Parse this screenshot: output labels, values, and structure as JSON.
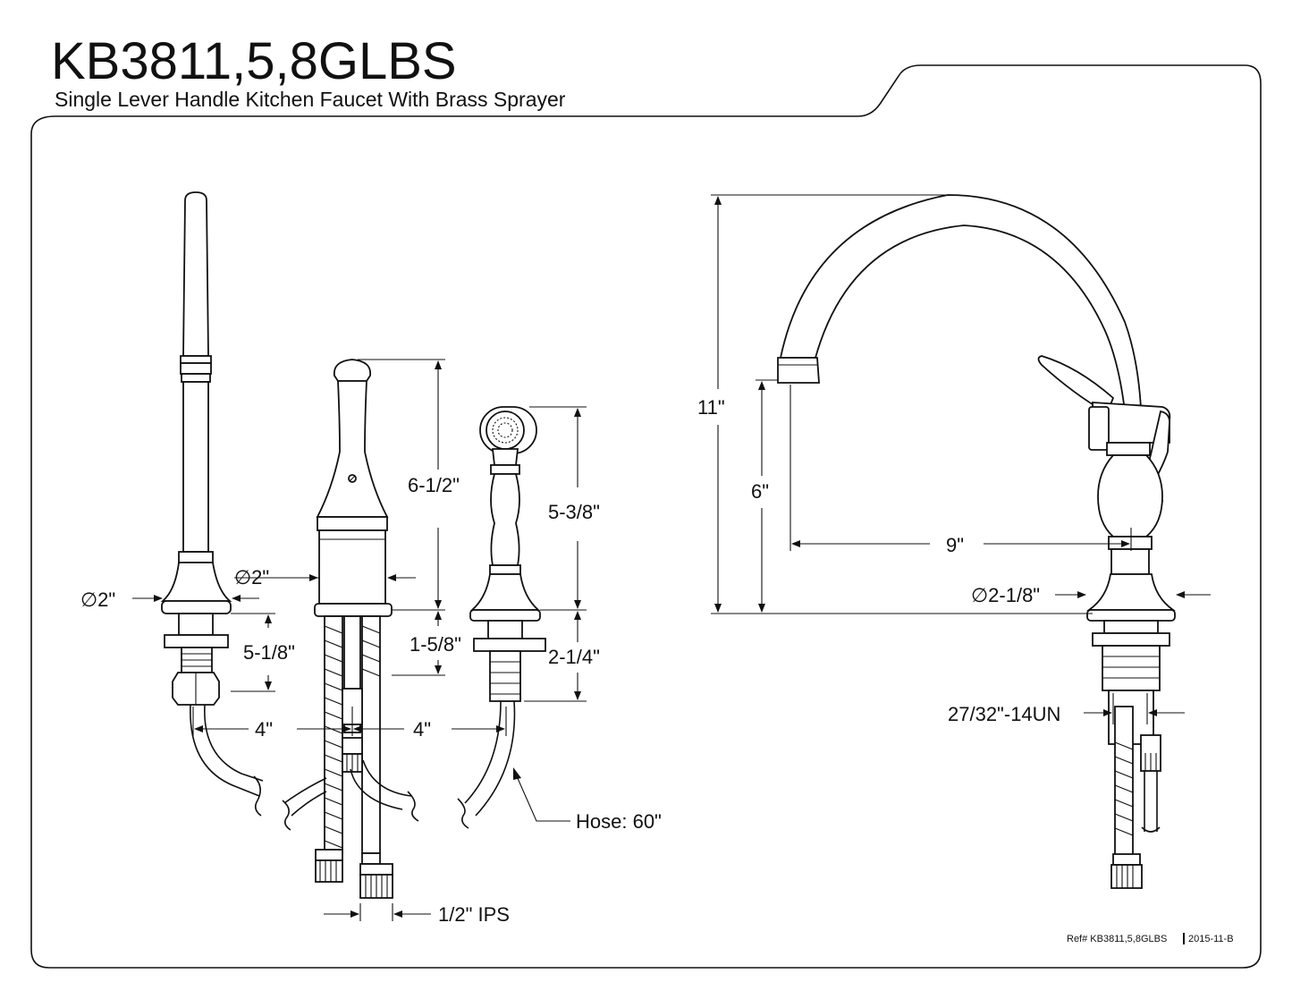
{
  "header": {
    "model": "KB3811,5,8GLBS",
    "description": "Single Lever Handle Kitchen Faucet With Brass Sprayer"
  },
  "dimensions": {
    "spout_base_diameter": "∅2\"",
    "handle_base_diameter": "∅2\"",
    "shank_length": "5-1/8\"",
    "spout_to_handle_spacing": "4\"",
    "handle_to_sprayer_spacing": "4\"",
    "handle_height": "6-1/2\"",
    "handle_base_height": "1-5/8\"",
    "sprayer_height": "5-3/8\"",
    "sprayer_shank": "2-1/4\"",
    "hose_length": "Hose: 60\"",
    "supply_connection": "1/2\" IPS",
    "overall_height": "11\"",
    "spout_clearance": "6\"",
    "spout_reach": "9\"",
    "faucet_base_diameter": "∅2-1/8\"",
    "thread_size": "27/32\"-14UN"
  },
  "footer": {
    "reference": "Ref# KB3811,5,8GLBS",
    "revision": "2015-11-B"
  }
}
